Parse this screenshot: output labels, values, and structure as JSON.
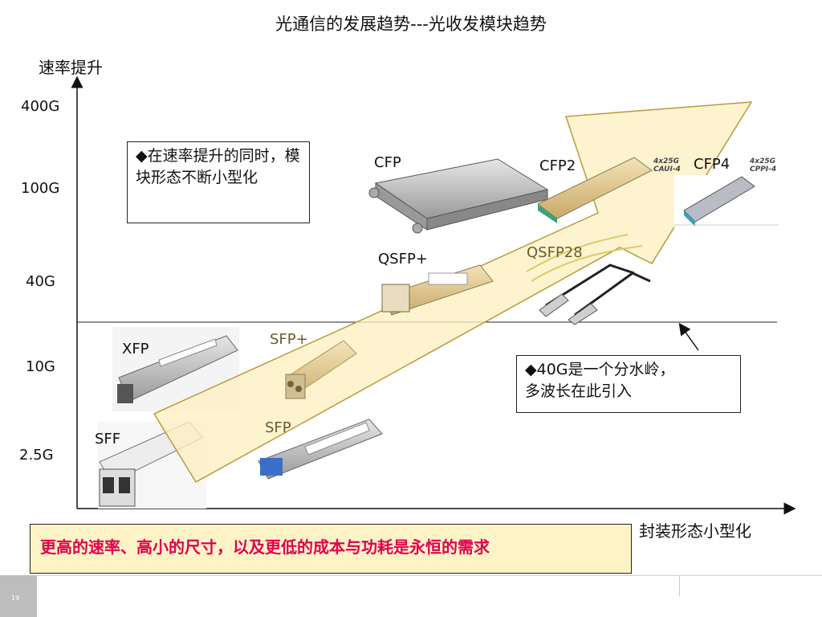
{
  "title": "光通信的发展趋势---光收发模块趋势",
  "axes": {
    "y_label": "速率提升",
    "x_label": "封装形态小型化"
  },
  "rate_ticks": [
    "400G",
    "100G",
    "40G",
    "10G",
    "2.5G"
  ],
  "modules": {
    "cfp": "CFP",
    "cfp2": "CFP2",
    "cfp4": "CFP4",
    "qsfp_plus": "QSFP+",
    "qsfp28": "QSFP28",
    "sfp_plus": "SFP+",
    "xfp": "XFP",
    "sfp": "SFP",
    "sff": "SFF"
  },
  "specs": {
    "cfp2_line1": "4x25G",
    "cfp2_line2": "CAUI-4",
    "cfp4_line1": "4x25G",
    "cfp4_line2": "CPPI-4"
  },
  "notes": {
    "miniaturization": "◆在速率提升的同时，模块形态不断小型化",
    "watershed_line1": "◆40G是一个分水岭，",
    "watershed_line2": "多波长在此引入"
  },
  "bottom_banner": "更高的速率、高小的尺寸，以及更低的成本与功耗是永恒的需求",
  "page_number": "19",
  "colors": {
    "arrow_fill": "#fdf0c2",
    "arrow_stroke": "#b89a3c",
    "banner_text": "#e0004d",
    "banner_bg": "#fdf3c7"
  }
}
